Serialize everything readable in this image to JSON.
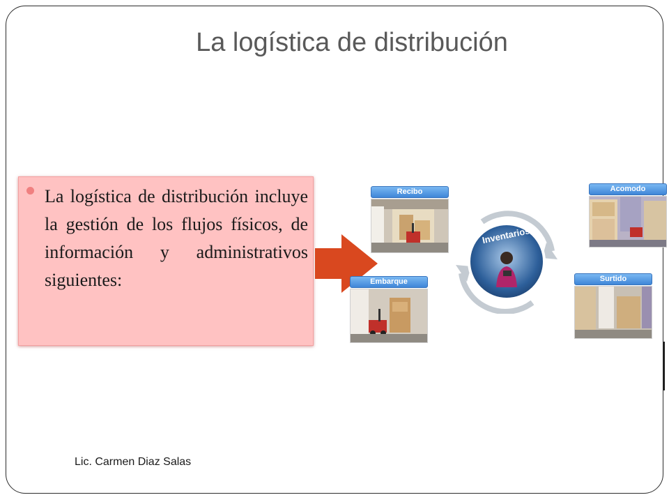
{
  "slide": {
    "title": "La logística de distribución",
    "bullets": [
      "La logística de distribución incluye la gestión de los flujos físicos, de información y administrativos siguientes:"
    ],
    "footer": "Lic. Carmen Diaz Salas"
  },
  "diagram": {
    "cycle_label": "Inventarios",
    "steps": [
      {
        "label": "Recibo"
      },
      {
        "label": "Embarque"
      },
      {
        "label": "Acomodo"
      },
      {
        "label": "Surtido"
      }
    ]
  },
  "colors": {
    "bullet_box": "#ffc2c2",
    "arrow": "#d9481f",
    "label_blue": "#3f86d8",
    "title": "#595959"
  }
}
